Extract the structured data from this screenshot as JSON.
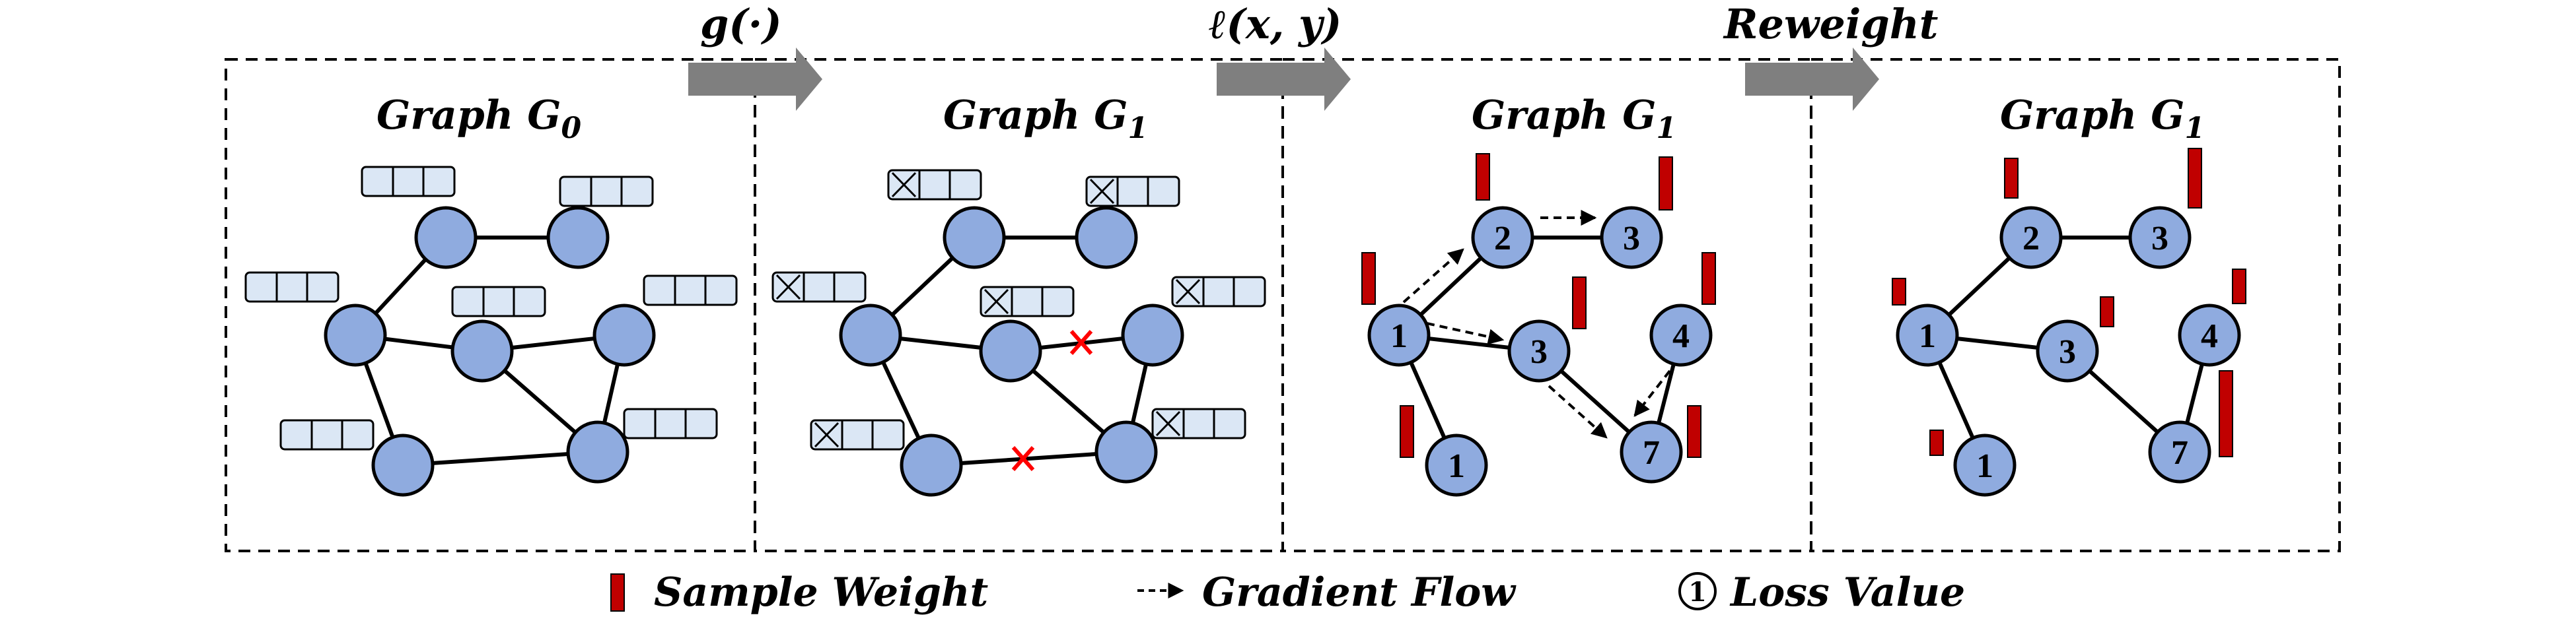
{
  "panels": {
    "p0": {
      "title_main": "Graph G",
      "title_sub": "0"
    },
    "p1": {
      "title_main": "Graph G",
      "title_sub": "1"
    },
    "p2": {
      "title_main": "Graph G",
      "title_sub": "1"
    },
    "p3": {
      "title_main": "Graph G",
      "title_sub": "1"
    }
  },
  "arrows": {
    "a1": {
      "label": "g(·)"
    },
    "a2": {
      "label": "ℓ(x, y)"
    },
    "a3": {
      "label": "Reweight"
    }
  },
  "node_labels": {
    "p2": {
      "n1": "1",
      "n2": "2",
      "n3a": "3",
      "n3b": "3",
      "n4": "4",
      "n1b": "1",
      "n7": "7"
    },
    "p3": {
      "n1": "1",
      "n2": "2",
      "n3a": "3",
      "n3b": "3",
      "n4": "4",
      "n1b": "1",
      "n7": "7"
    }
  },
  "legend": {
    "weight_label": "Sample Weight",
    "gradient_label": "Gradient Flow",
    "loss_symbol": "1",
    "loss_label": "Loss Value"
  },
  "colors": {
    "node_fill": "#8fabdf",
    "feature_box_fill": "#dbe7f5",
    "weight_bar": "#c00000",
    "removed_edge_mark": "#ff0000",
    "arrow_fill": "#7f7f7f",
    "border": "#000000"
  }
}
